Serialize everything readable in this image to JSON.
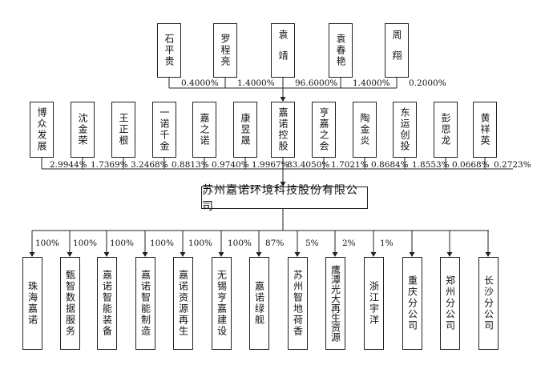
{
  "top_holders": [
    {
      "name": "石平贵",
      "pct": "0.4000%"
    },
    {
      "name": "罗程亮",
      "pct": "1.4000%"
    },
    {
      "name": "袁靖",
      "pct": "96.6000%"
    },
    {
      "name": "袁春艳",
      "pct": "1.4000%"
    },
    {
      "name": "周翔",
      "pct": "0.2000%"
    }
  ],
  "shareholders": [
    {
      "name": "博众发展",
      "pct": "2.9944%"
    },
    {
      "name": "沈金荣",
      "pct": "1.7369%"
    },
    {
      "name": "王正根",
      "pct": "3.2468%"
    },
    {
      "name": "一诺千金",
      "pct": "0.8813%"
    },
    {
      "name": "嘉之诺",
      "pct": "0.9740%"
    },
    {
      "name": "康昱晟",
      "pct": "1.9967%"
    },
    {
      "name": "嘉诺控股",
      "pct": "83.4050%"
    },
    {
      "name": "亨嘉之会",
      "pct": "1.7021%"
    },
    {
      "name": "陶金炎",
      "pct": "0.8684%"
    },
    {
      "name": "东运创投",
      "pct": "1.8553%"
    },
    {
      "name": "彭思龙",
      "pct": "0.0668%"
    },
    {
      "name": "黄祥英",
      "pct": "0.2723%"
    }
  ],
  "company": "苏州嘉诺环境科技股份有限公司",
  "subsidiaries": [
    {
      "name": "珠海嘉诺",
      "pct": "100%"
    },
    {
      "name": "甄智数据服务",
      "pct": "100%"
    },
    {
      "name": "嘉诺智能装备",
      "pct": "100%"
    },
    {
      "name": "嘉诺智能制造",
      "pct": "100%"
    },
    {
      "name": "嘉诺资源再生",
      "pct": "100%"
    },
    {
      "name": "无锡亨嘉建设",
      "pct": "100%"
    },
    {
      "name": "嘉诺绿舰",
      "pct": "87%"
    },
    {
      "name": "苏州智地荷香",
      "pct": "5%"
    },
    {
      "name": "鹰潭光大再生资源",
      "pct": "2%"
    },
    {
      "name": "浙江宇洋",
      "pct": "1%"
    },
    {
      "name": "重庆分公司",
      "pct": ""
    },
    {
      "name": "郑州分公司",
      "pct": ""
    },
    {
      "name": "长沙分公司",
      "pct": ""
    }
  ]
}
